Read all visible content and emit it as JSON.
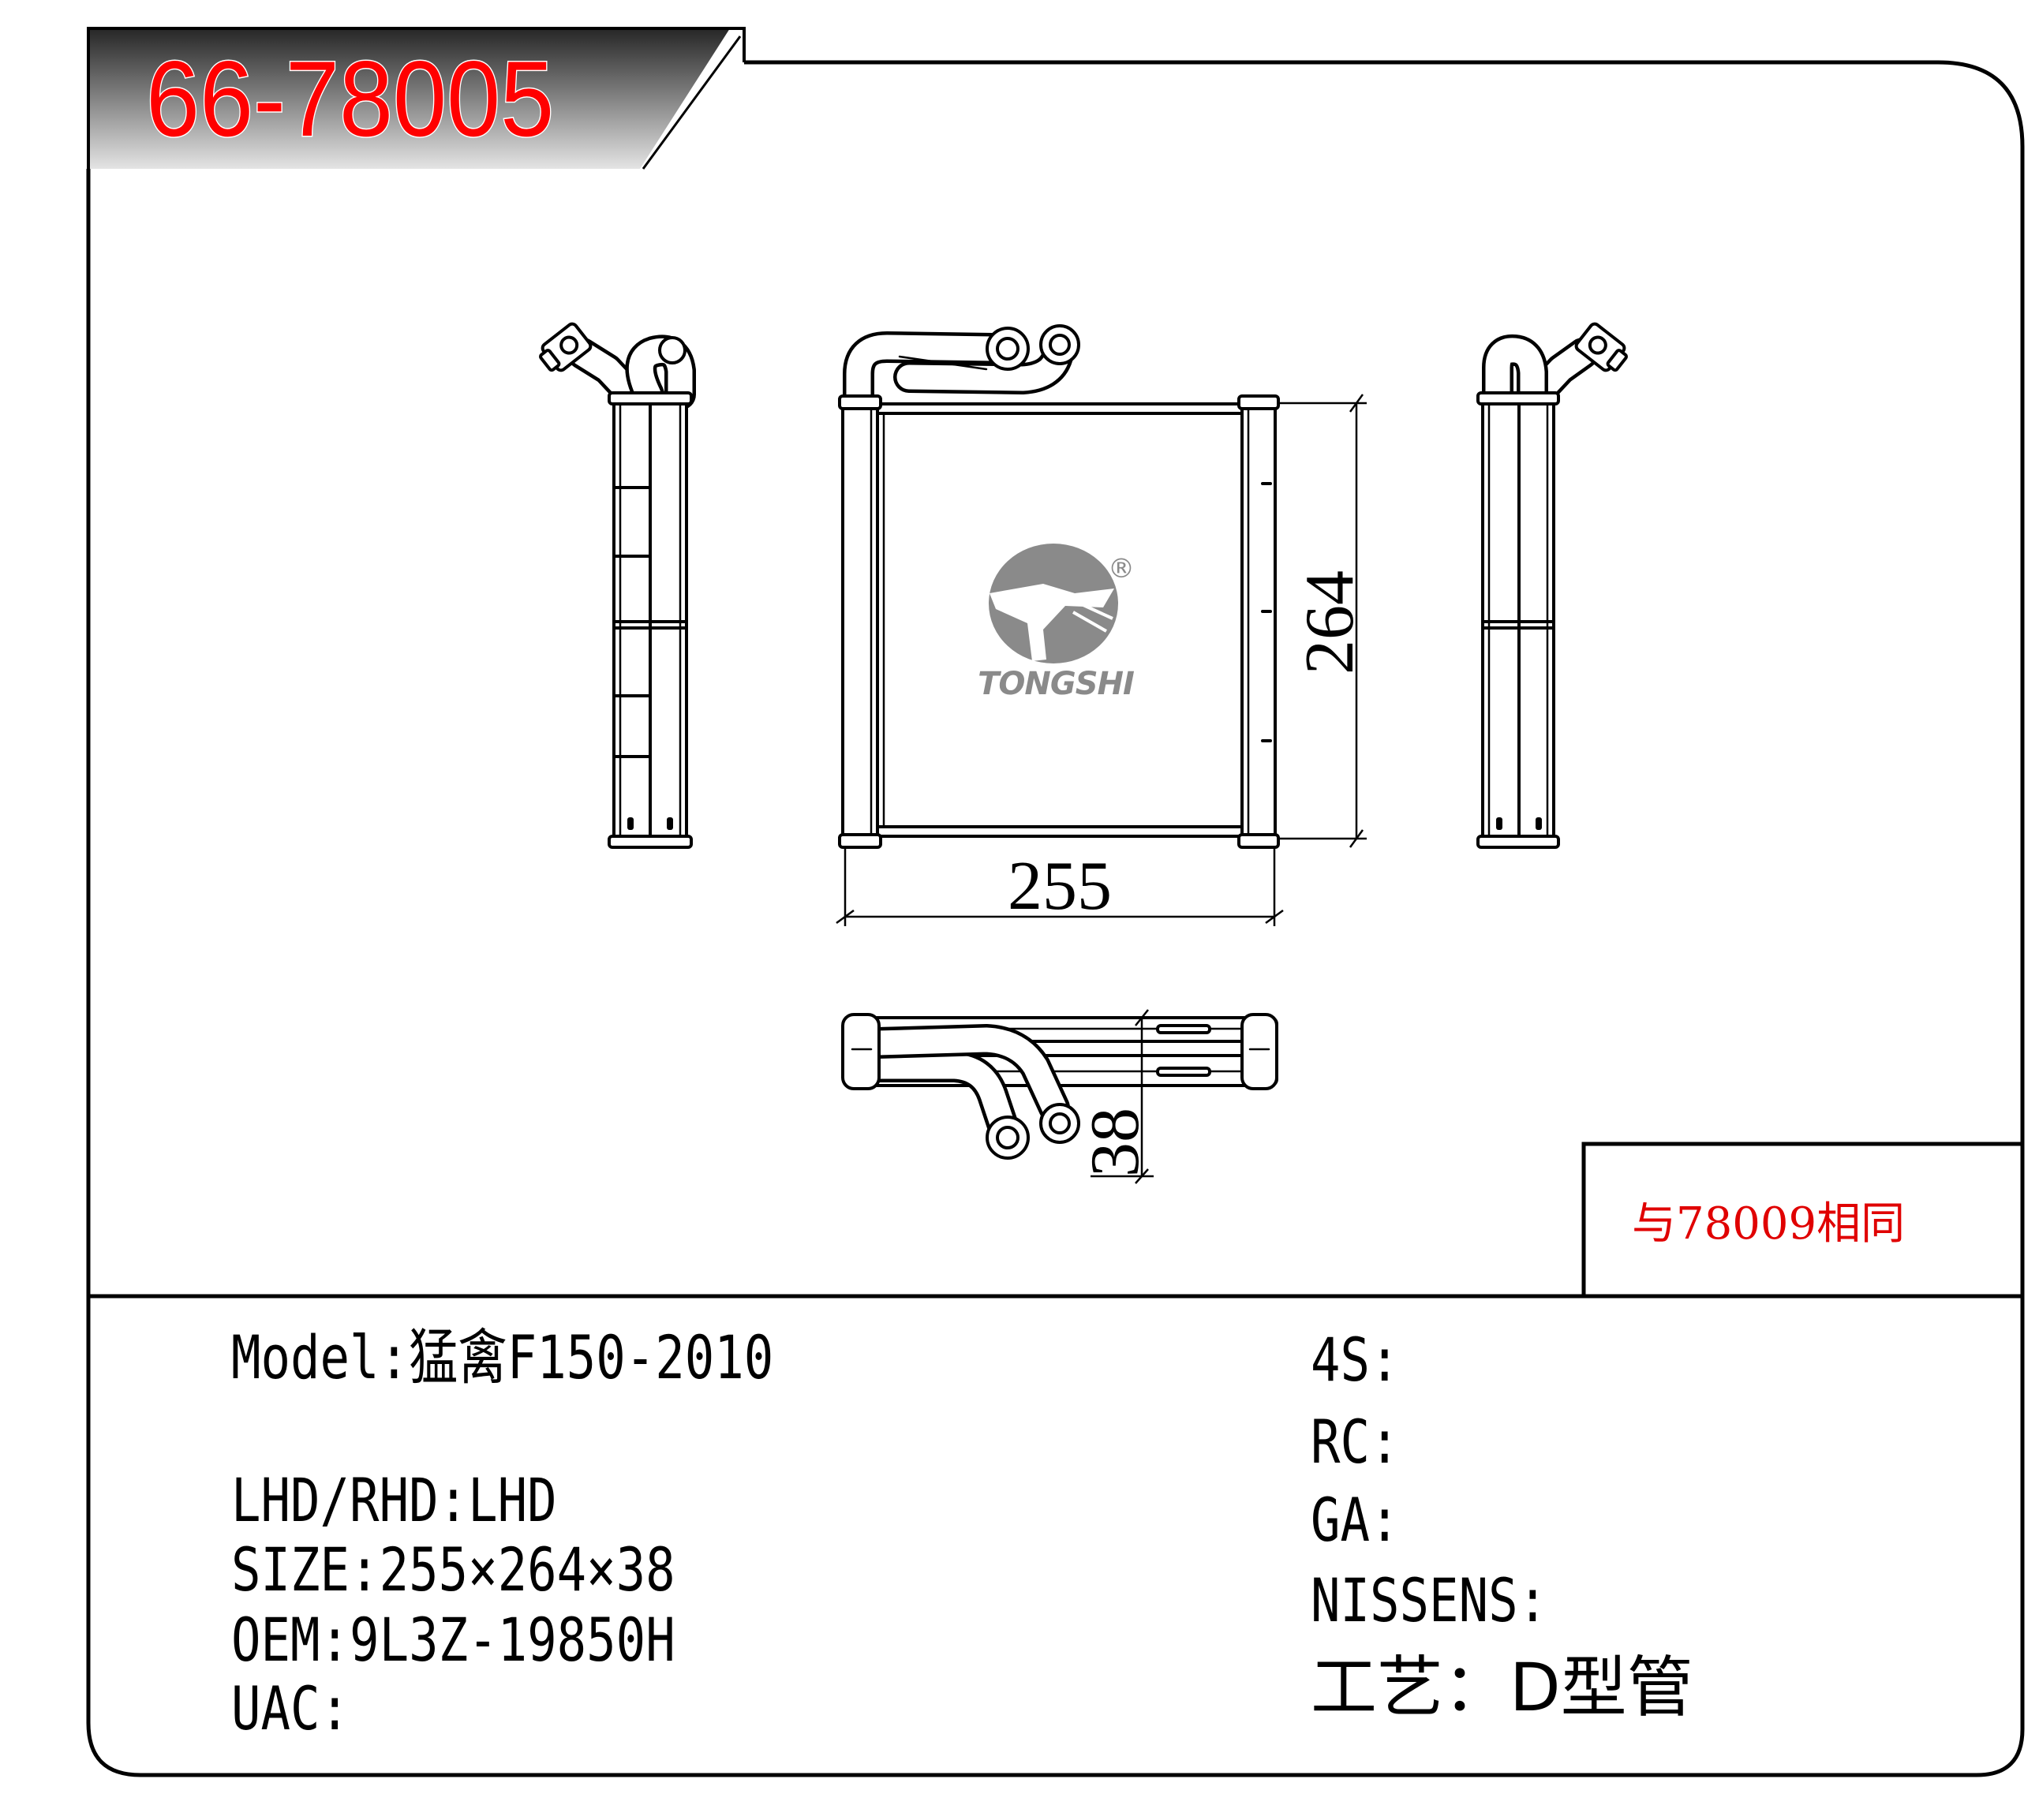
{
  "title": "66-78005",
  "note": "与78009相同",
  "drawing": {
    "dim_height": "264",
    "dim_width": "255",
    "dim_depth": "38",
    "logo": {
      "brand": "TONGSHI",
      "registered": "®"
    }
  },
  "specs": {
    "left": [
      {
        "label": "Model:",
        "value": "猛禽F150-2010"
      },
      {
        "label": "LHD/RHD:",
        "value": "LHD"
      },
      {
        "label": "SIZE:",
        "value": "255×264×38"
      },
      {
        "label": "OEM:",
        "value": "9L3Z-19850H"
      },
      {
        "label": "UAC:"
      }
    ],
    "right": [
      {
        "label": "4S:"
      },
      {
        "label": "RC:"
      },
      {
        "label": "GA:"
      },
      {
        "label": "NISSENS:"
      },
      {
        "label": "工艺：",
        "value": "D型管"
      }
    ]
  },
  "colors": {
    "title_text": "#ff0000",
    "note_text": "#e00000",
    "logo_gray": "#8a8a8a",
    "line": "#000000"
  }
}
